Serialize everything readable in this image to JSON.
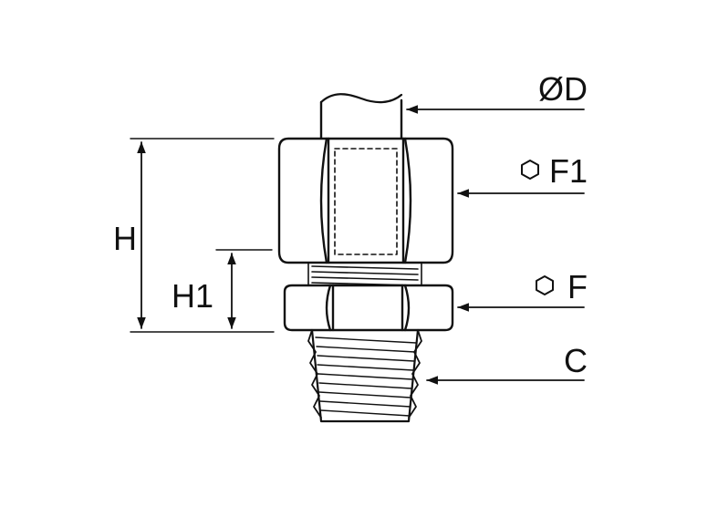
{
  "diagram": {
    "labels": {
      "tube_diameter": "ØD",
      "nut_hex": "F1",
      "body_hex": "F",
      "thread": "C",
      "overall_height": "H",
      "body_height": "H1"
    },
    "colors": {
      "line": "#111111",
      "background": "#ffffff"
    }
  }
}
